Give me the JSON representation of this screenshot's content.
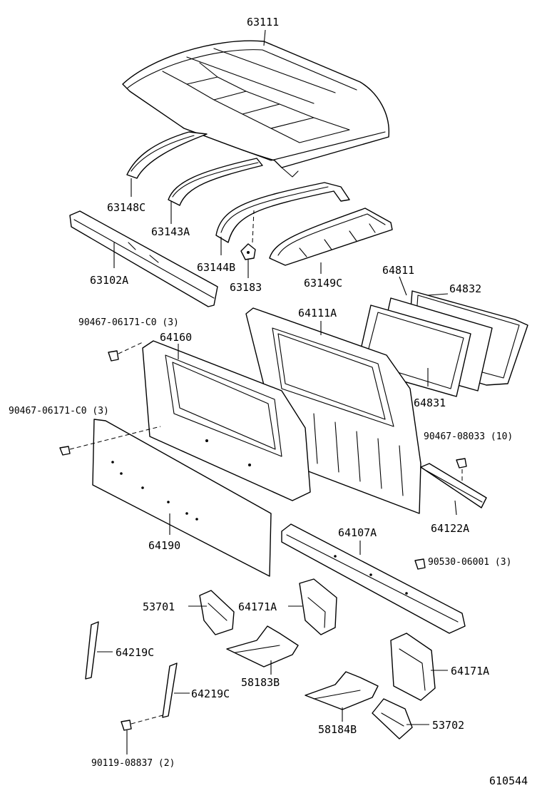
{
  "labels": {
    "p63111": "63111",
    "p63148C": "63148C",
    "p63143A": "63143A",
    "p63144B": "63144B",
    "p63183": "63183",
    "p63149C": "63149C",
    "p63102A": "63102A",
    "p64811": "64811",
    "p64832": "64832",
    "p64831": "64831",
    "p64111A": "64111A",
    "p64160": "64160",
    "f90467_06171_a": "90467-06171-C0 (3)",
    "f90467_06171_b": "90467-06171-C0 (3)",
    "f90467_08033": "90467-08033 (10)",
    "p64122A": "64122A",
    "p64190": "64190",
    "p64107A": "64107A",
    "f90530_06001": "90530-06001 (3)",
    "p53701": "53701",
    "p64171A_a": "64171A",
    "p64171A_b": "64171A",
    "p64219C_a": "64219C",
    "p64219C_b": "64219C",
    "p58183B": "58183B",
    "p58184B": "58184B",
    "p53702": "53702",
    "f90119_08837": "90119-08837 (2)"
  },
  "figure_id": "610544"
}
